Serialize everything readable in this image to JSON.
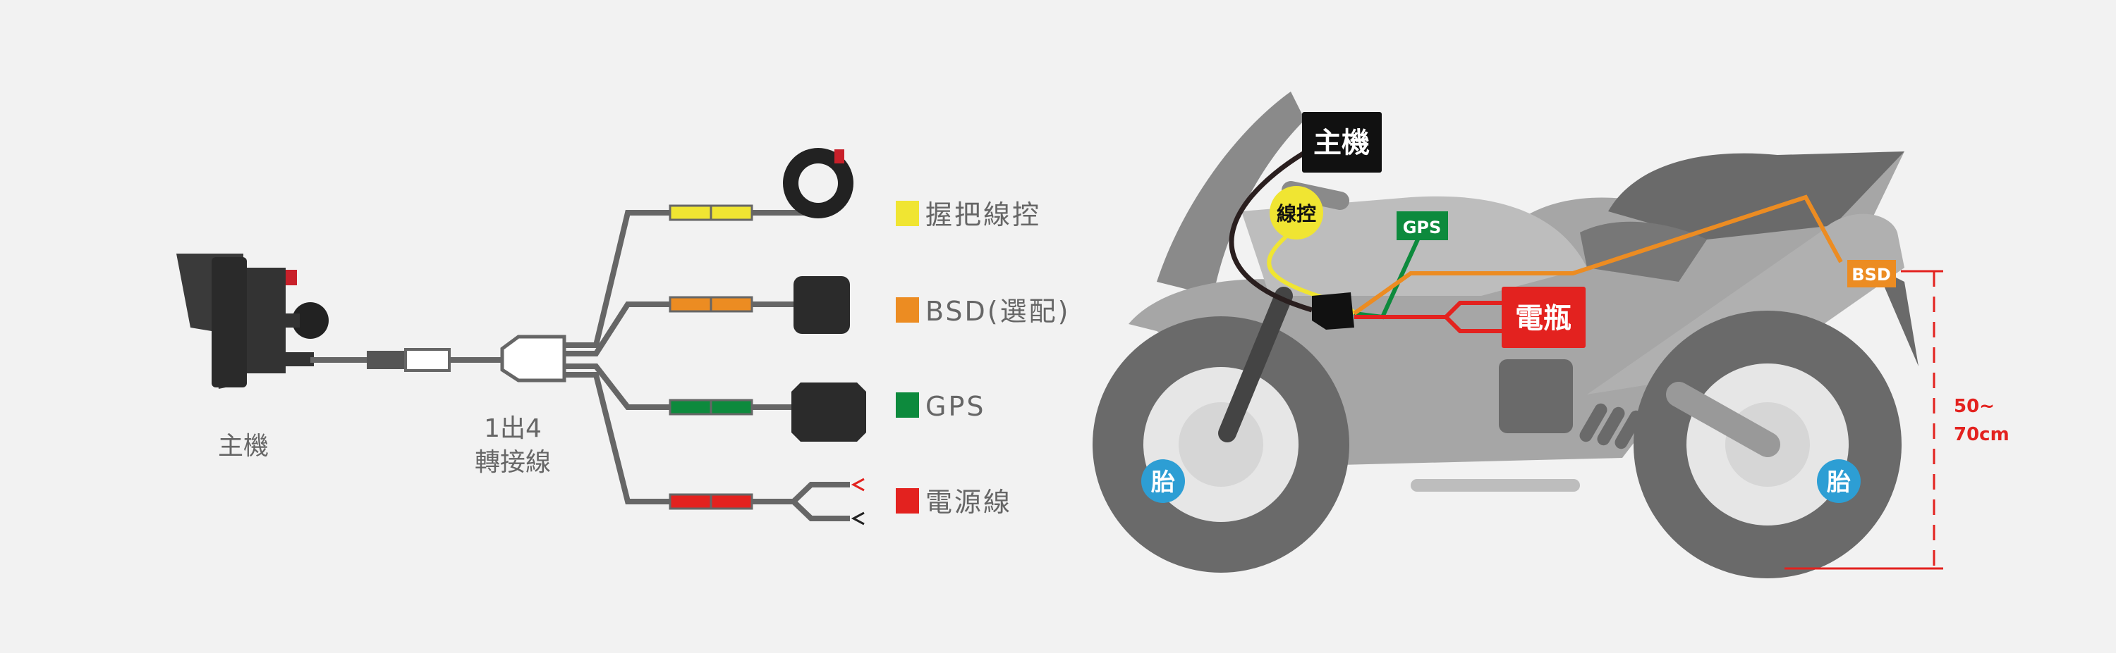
{
  "left": {
    "main_unit_label": "主機",
    "splitter_label_line1": "1出4",
    "splitter_label_line2": "轉接線"
  },
  "legend": [
    {
      "label": "握把線控",
      "color": "#f0e532"
    },
    {
      "label": "BSD(選配)",
      "color": "#ec8c22"
    },
    {
      "label": "GPS",
      "color": "#0d8a3d"
    },
    {
      "label": "電源線",
      "color": "#e3221f"
    }
  ],
  "bike": {
    "main_unit": "主機",
    "remote": "線控",
    "gps": "GPS",
    "battery": "電瓶",
    "bsd": "BSD",
    "tire_front": "胎",
    "tire_rear": "胎",
    "height_line1": "50~",
    "height_line2": "70cm"
  }
}
